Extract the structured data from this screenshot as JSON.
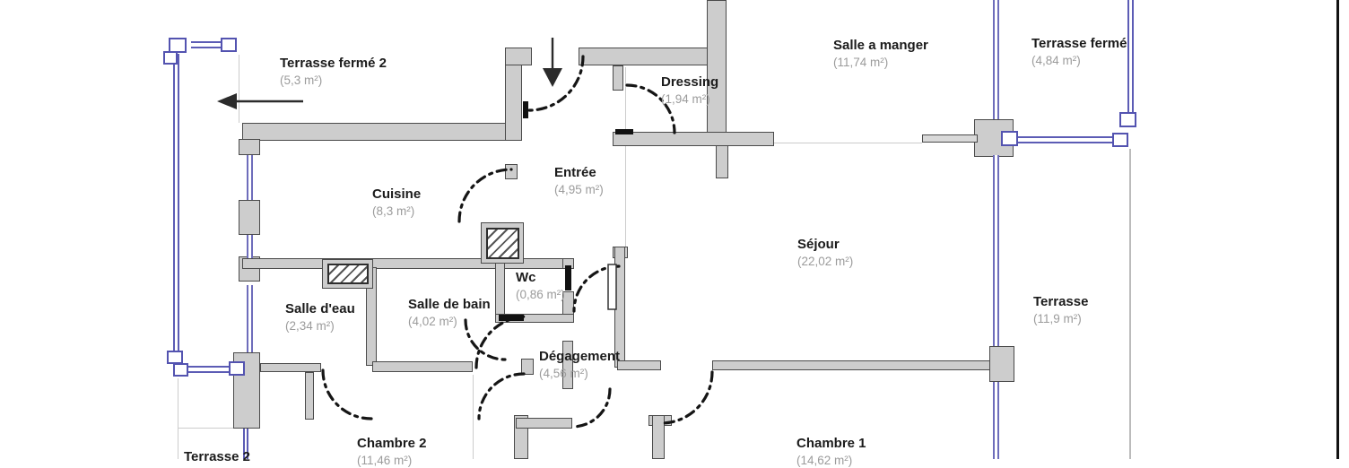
{
  "plan": {
    "type": "apartment-floor-plan",
    "colors": {
      "wall_fill": "#cdcdcd",
      "wall_stroke": "#4a4a4a",
      "railing_blue": "#5c5cb5",
      "guide_gray": "#cccccc",
      "room_name_text": "#1b1b1b",
      "area_text": "#9b9b9b",
      "door_arc": "#151515",
      "page_edge": "#121212"
    },
    "icons": {
      "entry_arrow": "down-arrow",
      "terrace_arrow": "left-arrow"
    },
    "rooms": [
      {
        "name": "Terrasse fermé 2",
        "area": "(5,3 m²)"
      },
      {
        "name": "Dressing",
        "area": "(1,94 m²)"
      },
      {
        "name": "Salle a manger",
        "area": "(11,74 m²)"
      },
      {
        "name": "Terrasse fermé",
        "area": "(4,84 m²)"
      },
      {
        "name": "Entrée",
        "area": "(4,95 m²)"
      },
      {
        "name": "Cuisine",
        "area": "(8,3 m²)"
      },
      {
        "name": "Séjour",
        "area": "(22,02 m²)"
      },
      {
        "name": "Terrasse",
        "area": "(11,9 m²)"
      },
      {
        "name": "Wc",
        "area": "(0,86 m²)"
      },
      {
        "name": "Salle d'eau",
        "area": "(2,34 m²)"
      },
      {
        "name": "Salle de bain",
        "area": "(4,02 m²)"
      },
      {
        "name": "Dégagement",
        "area": "(4,56 m²)"
      },
      {
        "name": "Chambre 2",
        "area": "(11,46 m²)"
      },
      {
        "name": "Chambre 1",
        "area": "(14,62 m²)"
      },
      {
        "name": "Terrasse 2",
        "area": ""
      }
    ]
  }
}
